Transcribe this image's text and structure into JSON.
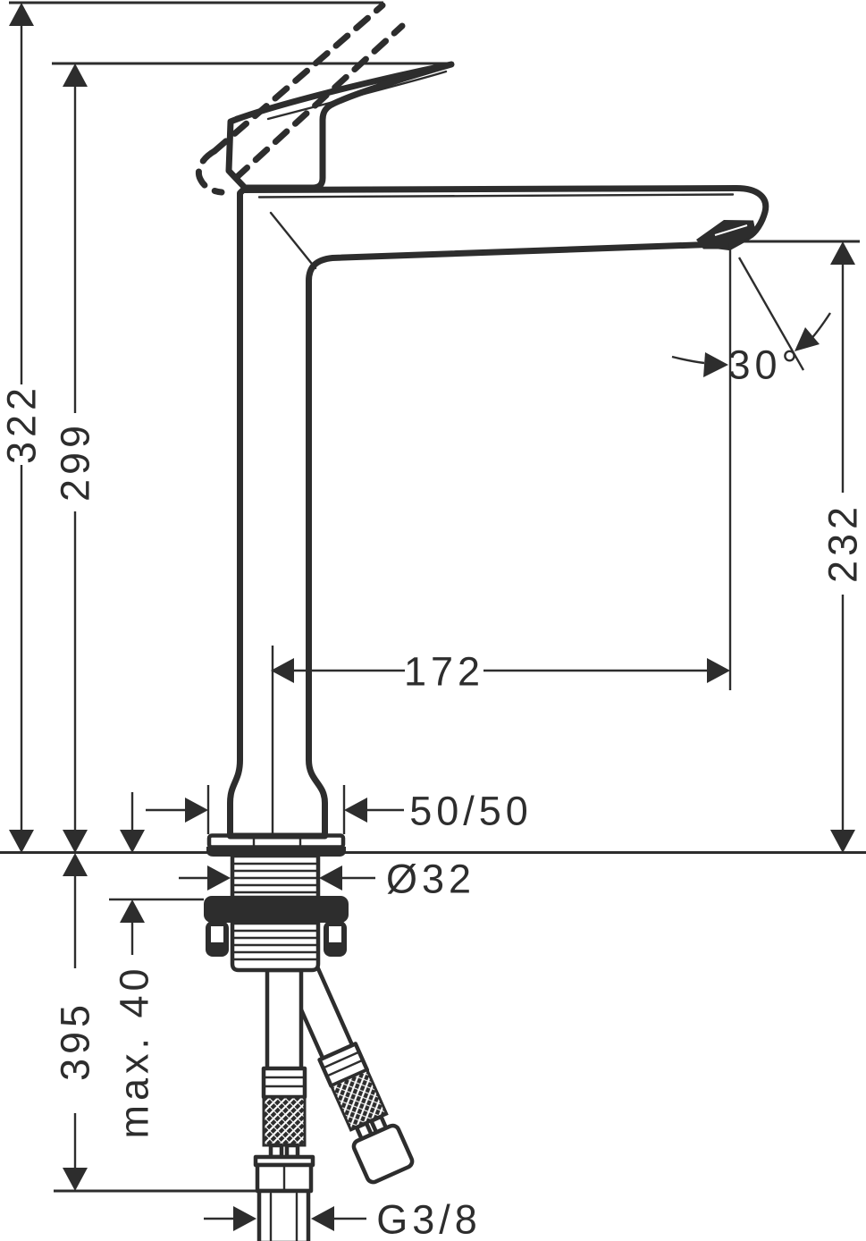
{
  "dimensions": {
    "overall_height": "322",
    "handle_height": "299",
    "spout_height": "232",
    "spout_reach": "172",
    "spout_angle": "30°",
    "base_plate": "50/50",
    "shank_diameter": "Ø32",
    "max_mounting_thickness": "max. 40",
    "hose_length": "395",
    "hose_connection": "G3/8"
  }
}
